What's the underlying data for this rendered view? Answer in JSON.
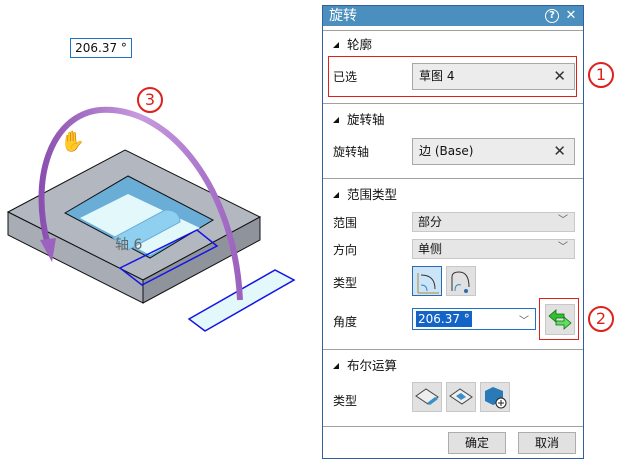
{
  "viewport": {
    "angle_readout": "206.37 °",
    "axis_label": "轴 6",
    "callout_3": "3"
  },
  "dialog": {
    "title": "旋转",
    "help_icon": "?",
    "close_icon": "✕",
    "profile": {
      "header": "轮廓",
      "selected_label": "已选",
      "selected_value": "草图 4",
      "clear_icon": "✕"
    },
    "axis": {
      "header": "旋转轴",
      "axis_label": "旋转轴",
      "axis_value": "边 (Base)",
      "clear_icon": "✕"
    },
    "extent": {
      "header": "范围类型",
      "range_label": "范围",
      "range_value": "部分",
      "direction_label": "方向",
      "direction_value": "单侧",
      "type_label": "类型",
      "angle_label": "角度",
      "angle_value": "206.37 °"
    },
    "boolean": {
      "header": "布尔运算",
      "type_label": "类型"
    },
    "ok": "确定",
    "cancel": "取消"
  },
  "callouts": {
    "c1": "1",
    "c2": "2"
  },
  "colors": {
    "title": "#4a8fbd",
    "callout": "#e0201a",
    "arc": "#a66fc4"
  }
}
